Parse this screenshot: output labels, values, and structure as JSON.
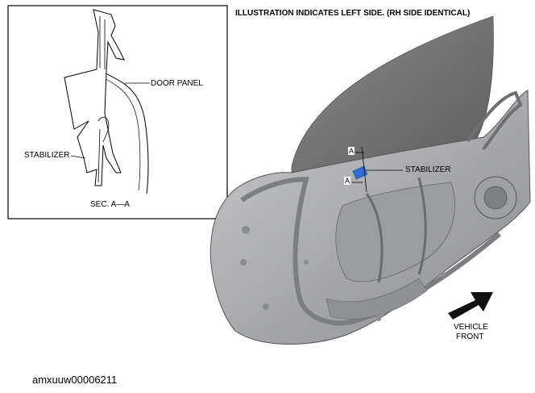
{
  "header": {
    "note": "ILLUSTRATION INDICATES LEFT SIDE. (RH SIDE IDENTICAL)"
  },
  "inset": {
    "door_panel_label": "DOOR PANEL",
    "stabilizer_label": "STABILIZER",
    "section_label": "SEC. A—A"
  },
  "main": {
    "stabilizer_label": "STABILIZER",
    "section_marker_upper": "A",
    "section_marker_lower": "A",
    "direction_label_line1": "VEHICLE",
    "direction_label_line2": "FRONT"
  },
  "footer": {
    "image_code": "amxuuw00006211"
  },
  "colors": {
    "glass": "#6f6f6f",
    "door": "#b4b5b7",
    "highlight": "#2e6fd1",
    "arrow": "#111111"
  }
}
